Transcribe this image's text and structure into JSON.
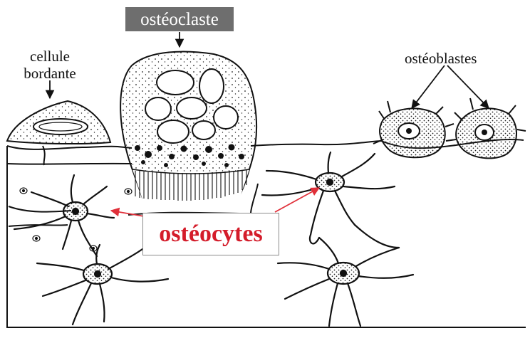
{
  "labels": {
    "osteoclaste": "ostéoclaste",
    "cellule_line1": "cellule",
    "cellule_line2": "bordante",
    "osteoblastes": "ostéoblastes",
    "osteocytes": "ostéocytes"
  },
  "colors": {
    "ink": "#111111",
    "label_box": "#6e6e6e",
    "osteocytes_text": "#d41c2a",
    "pointer_arrow": "#e0303a"
  }
}
